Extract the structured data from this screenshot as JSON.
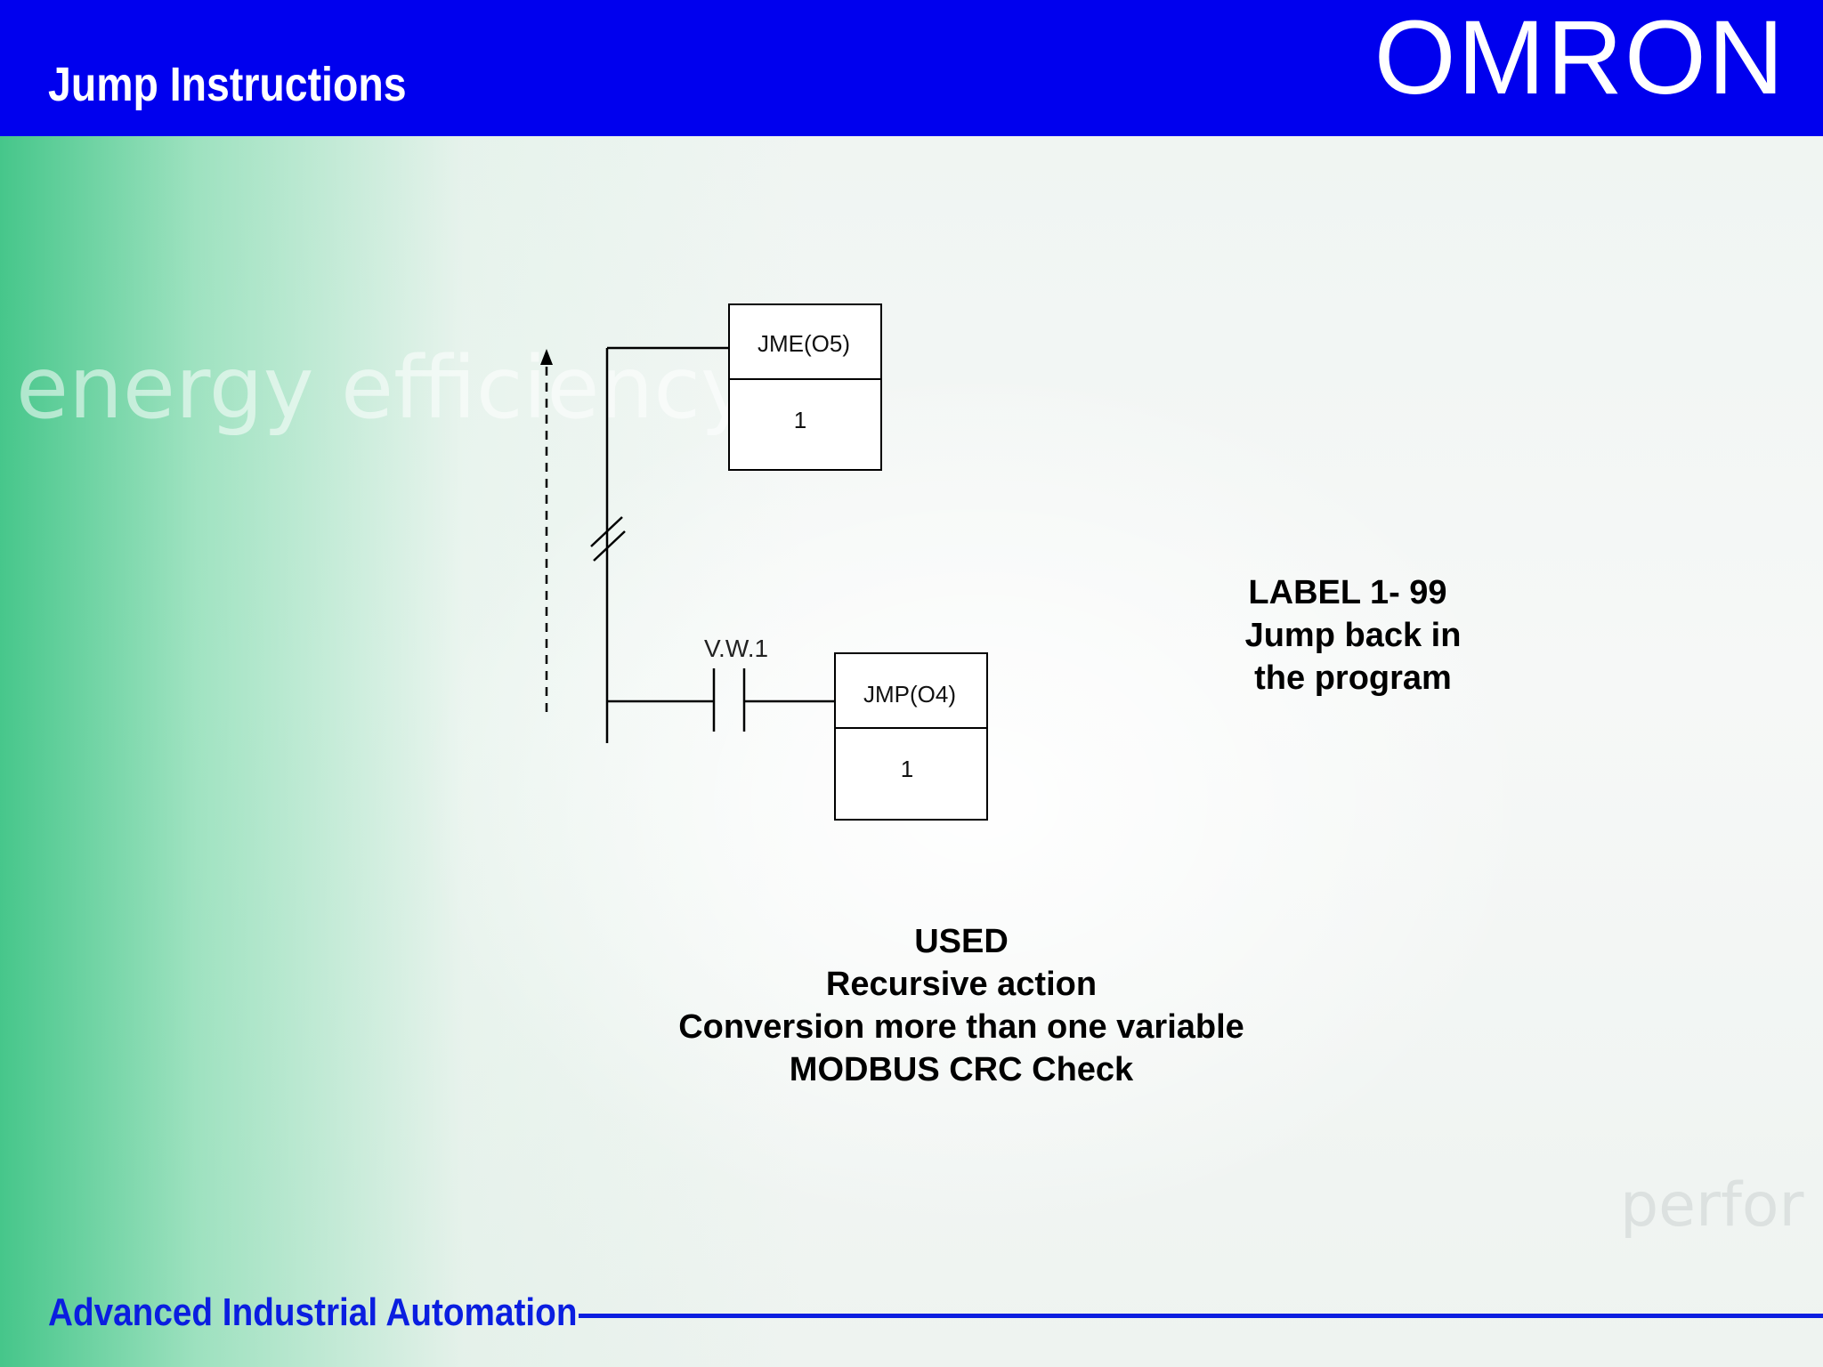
{
  "header": {
    "title": "Jump Instructions",
    "logo": "OMRON"
  },
  "background": {
    "words": [
      "energy efficiency",
      "perfor"
    ]
  },
  "diagram": {
    "jme_box": {
      "instruction": "JME(O5)",
      "operand": "1"
    },
    "jmp_box": {
      "instruction": "JMP(O4)",
      "operand": "1"
    },
    "contact_label": "V.W.1"
  },
  "label_note": {
    "lines": [
      "LABEL 1- 99",
      "Jump back in",
      "the program"
    ]
  },
  "used_note": {
    "lines": [
      "USED",
      "Recursive action",
      "Conversion more than one variable",
      "MODBUS CRC Check"
    ]
  },
  "footer": {
    "text": "Advanced Industrial Automation"
  },
  "colors": {
    "header_blue": "#0000ee",
    "footer_blue": "#0a1ee0"
  }
}
